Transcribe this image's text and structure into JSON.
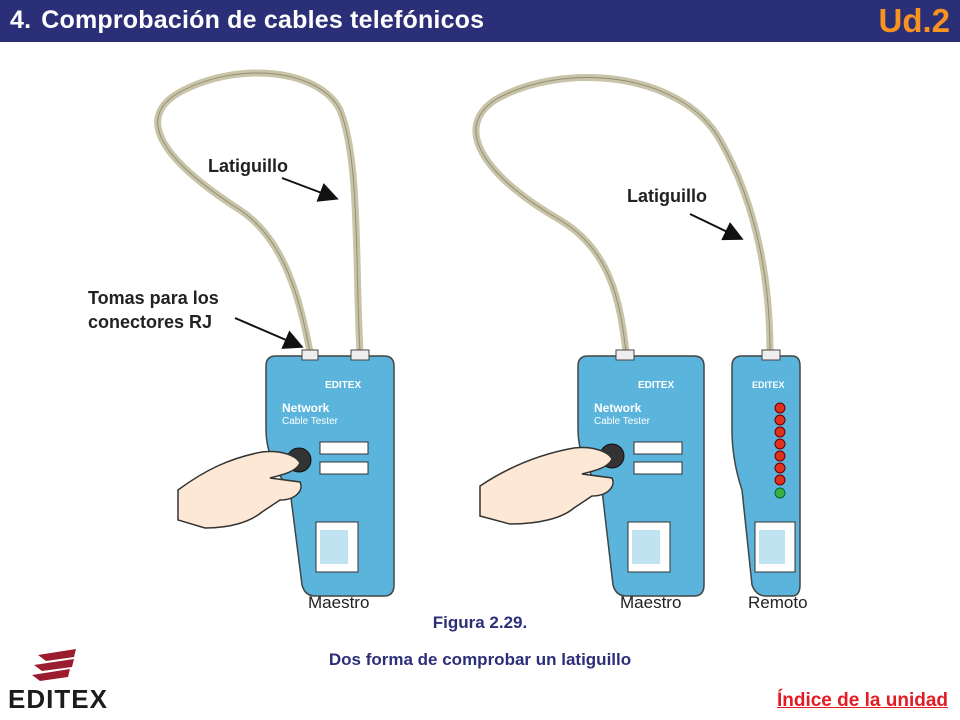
{
  "header": {
    "number": "4.",
    "title": "Comprobación de cables telefónicos",
    "unit": "Ud.2",
    "bg_color": "#2b2f78",
    "unit_color": "#f7931e"
  },
  "figure": {
    "labels": {
      "latiguillo_left": "Latiguillo",
      "tomas_line1": "Tomas para los",
      "tomas_line2": "conectores RJ",
      "latiguillo_right": "Latiguillo",
      "maestro_left": "Maestro",
      "maestro_right": "Maestro",
      "remoto": "Remoto"
    },
    "device": {
      "brand": "EDITEX",
      "model_line1": "Network",
      "model_line2": "Cable Tester"
    },
    "device_color": "#5ab4dc",
    "led_red": "#e03020",
    "led_green": "#3cb043"
  },
  "caption": {
    "figure_number": "Figura 2.29.",
    "text": "Dos forma de comprobar un latiguillo"
  },
  "footer": {
    "logo_text": "EDITEX",
    "index_link": "Índice de la unidad"
  }
}
